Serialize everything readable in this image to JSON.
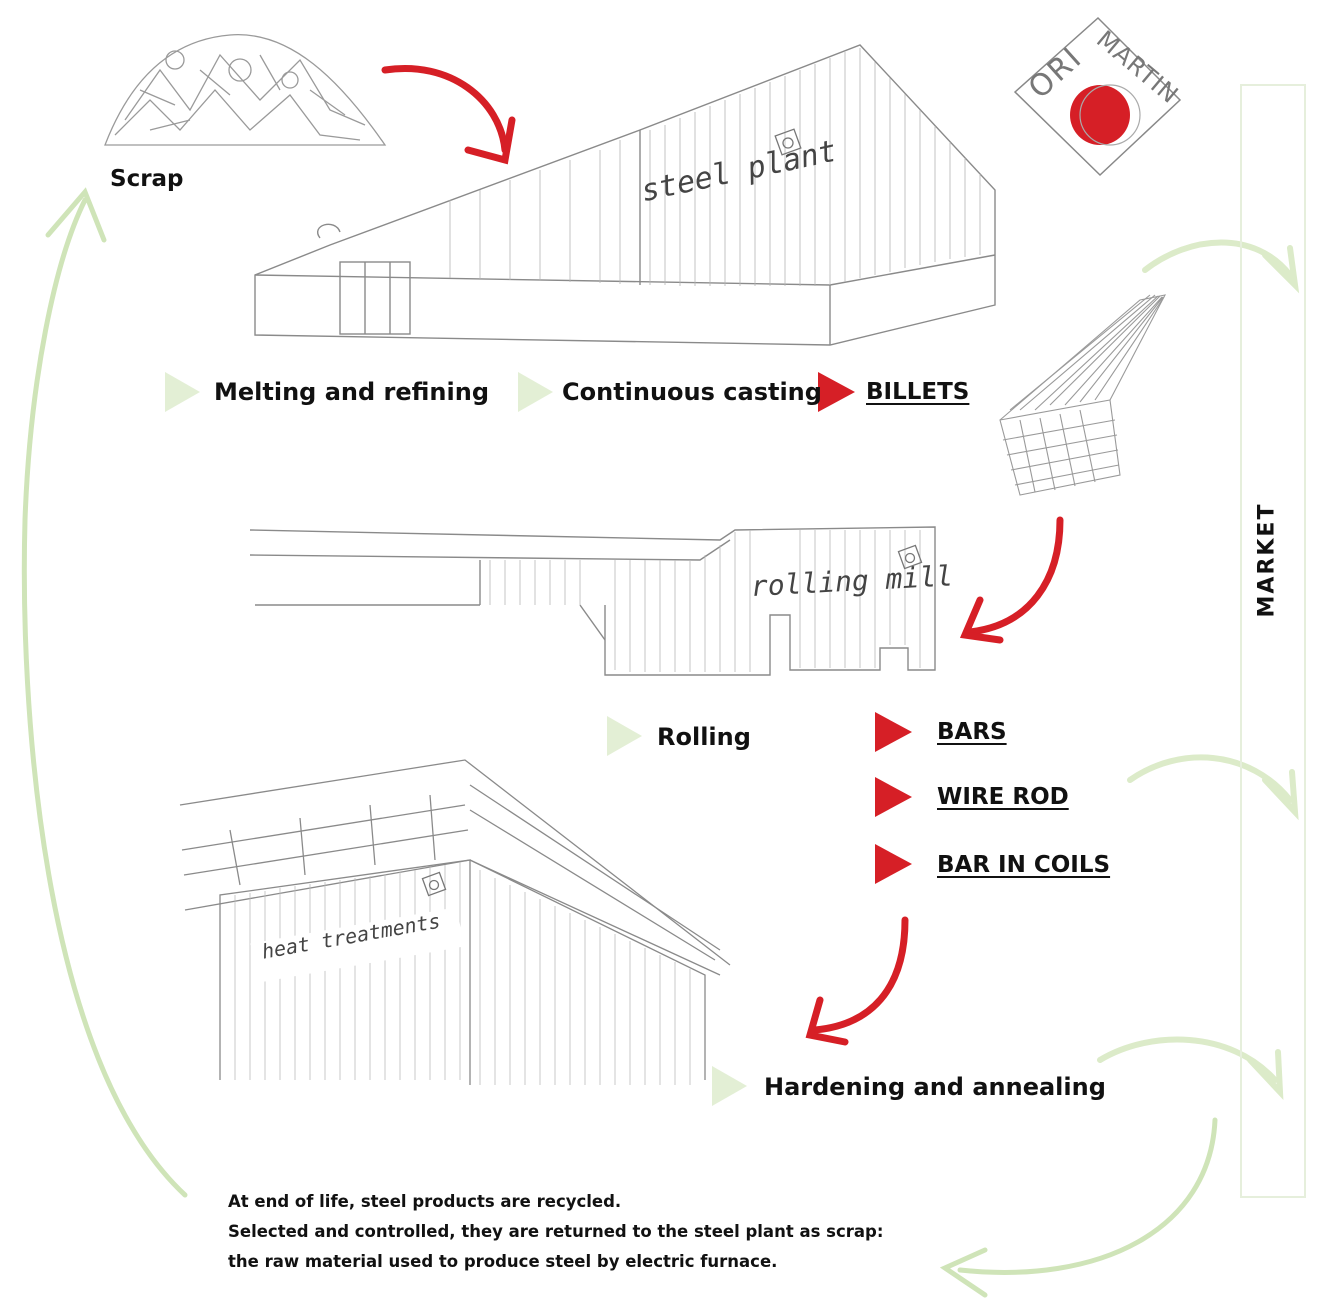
{
  "logo": {
    "text": "ORI MARTIN",
    "dot_color": "#d61f26"
  },
  "scrap": {
    "label": "Scrap"
  },
  "plants": {
    "steel_plant": "steel plant",
    "rolling_mill": "rolling mill",
    "heat_treatments": "heat treatments"
  },
  "steps": {
    "melting": "Melting and refining",
    "casting": "Continuous casting",
    "rolling": "Rolling",
    "hardening": "Hardening and annealing"
  },
  "products": {
    "billets": "BILLETS",
    "bars": "BARS",
    "wire_rod": "WIRE ROD",
    "bar_in_coils": "BAR IN COILS"
  },
  "market": {
    "label": "MARKET"
  },
  "note": {
    "line1": "At end of life, steel products are recycled.",
    "line2": "Selected and controlled, they are returned to the steel plant as scrap:",
    "line3": "the raw material used to produce steel by electric furnace."
  },
  "colors": {
    "accent_red": "#d61f26",
    "light_green": "#cfe4b8",
    "sketch_gray": "#8a8a8a"
  }
}
